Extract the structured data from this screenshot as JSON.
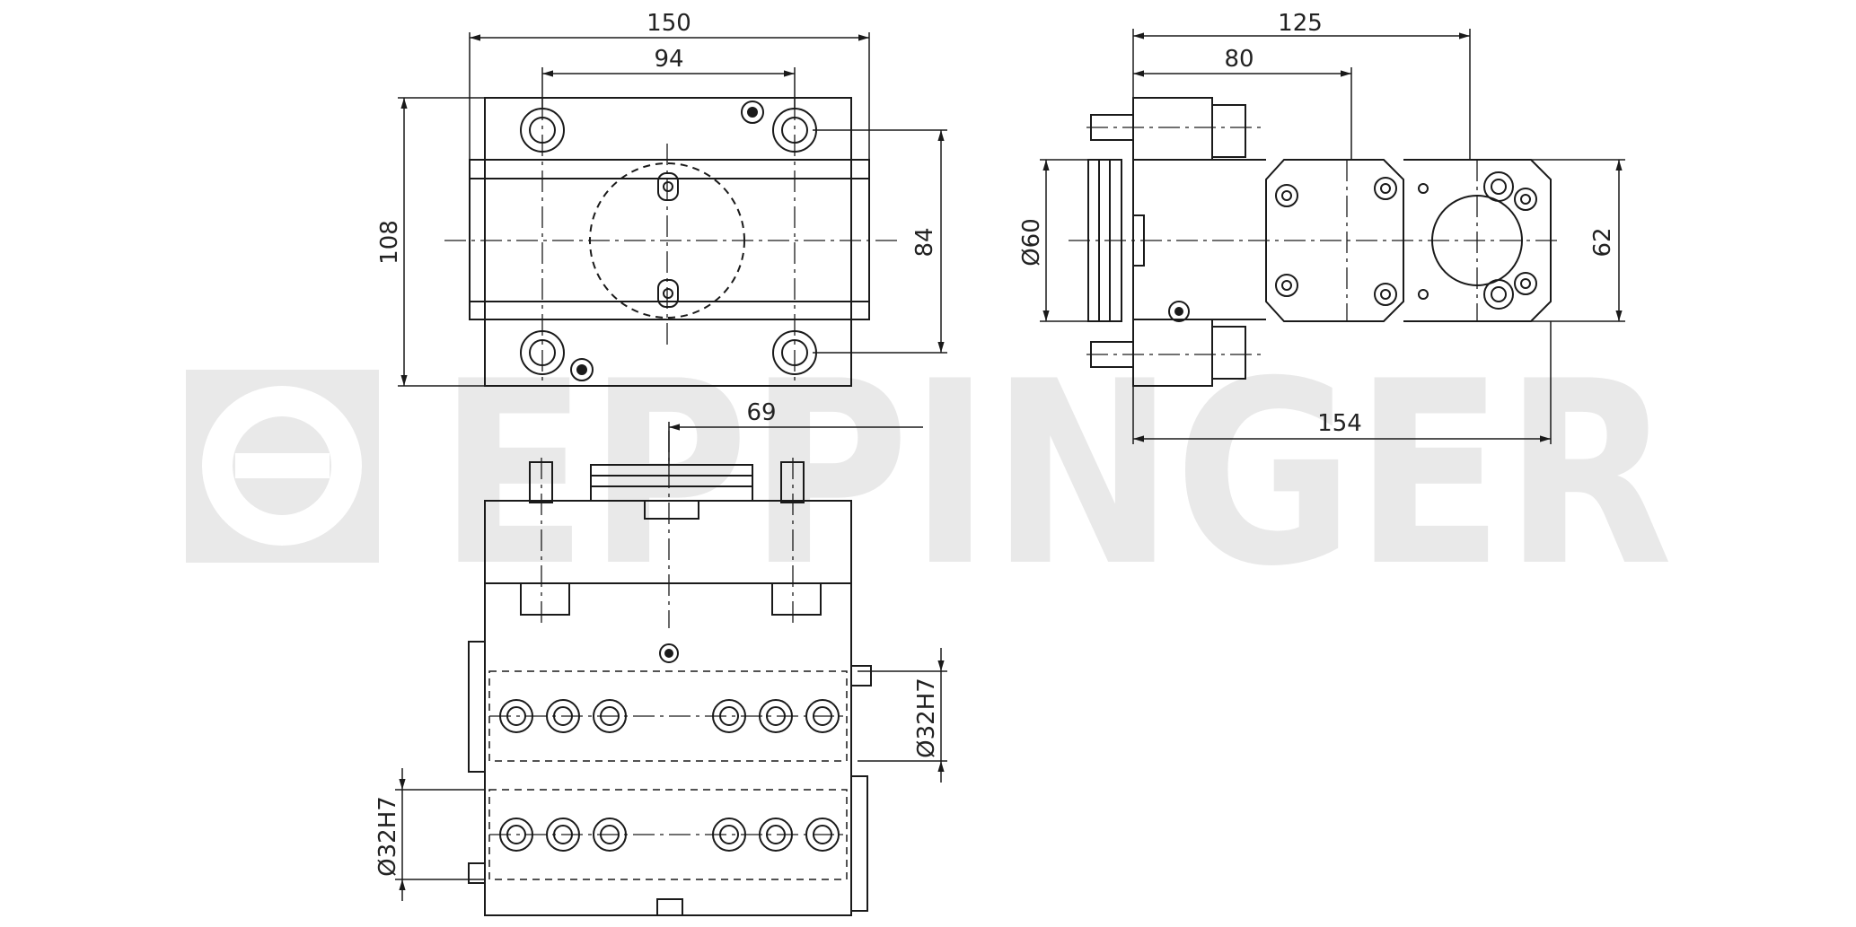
{
  "watermark": {
    "brand": "EPPINGER",
    "color": "#e9e9e9"
  },
  "colors": {
    "line": "#1a1a1a",
    "background": "#ffffff"
  },
  "dimensions": {
    "top_view": {
      "width_overall": "150",
      "width_holes": "94",
      "height_overall": "108",
      "height_inner": "84"
    },
    "side_view": {
      "depth_overall": "125",
      "depth_mid": "80",
      "diameter": "Ø60",
      "height_flange": "62",
      "length_overall": "154"
    },
    "front_view": {
      "offset": "69",
      "bore_upper": "Ø32H7",
      "bore_lower": "Ø32H7"
    }
  }
}
